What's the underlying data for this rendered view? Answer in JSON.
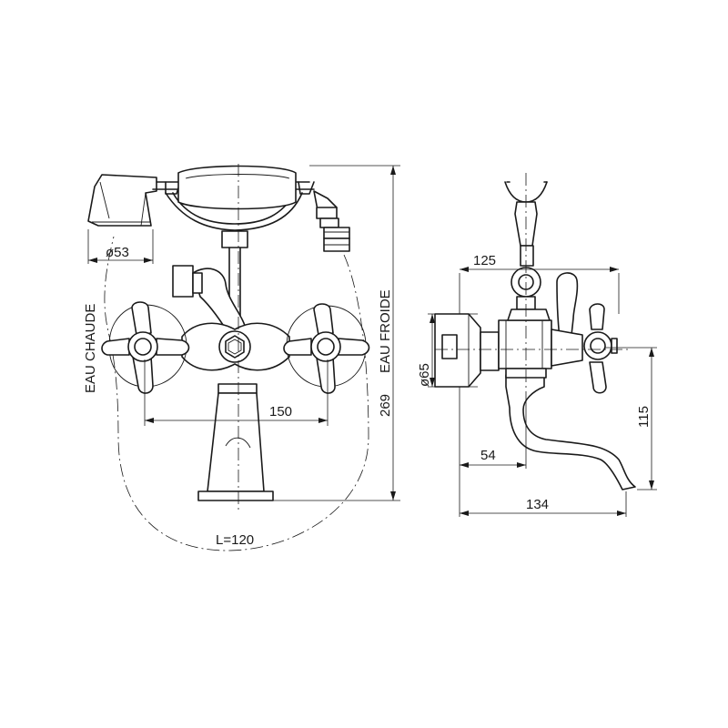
{
  "labels": {
    "hot_water": "EAU CHAUDE",
    "cold_water": "EAU FROIDE"
  },
  "dimensions": {
    "handshower_diameter": "ø53",
    "centers": "150",
    "hose_length": "L=120",
    "total_height": "269",
    "side_top_width": "125",
    "rosette_diameter": "ø65",
    "spout_height": "115",
    "projection_inner": "54",
    "projection_total": "134"
  }
}
